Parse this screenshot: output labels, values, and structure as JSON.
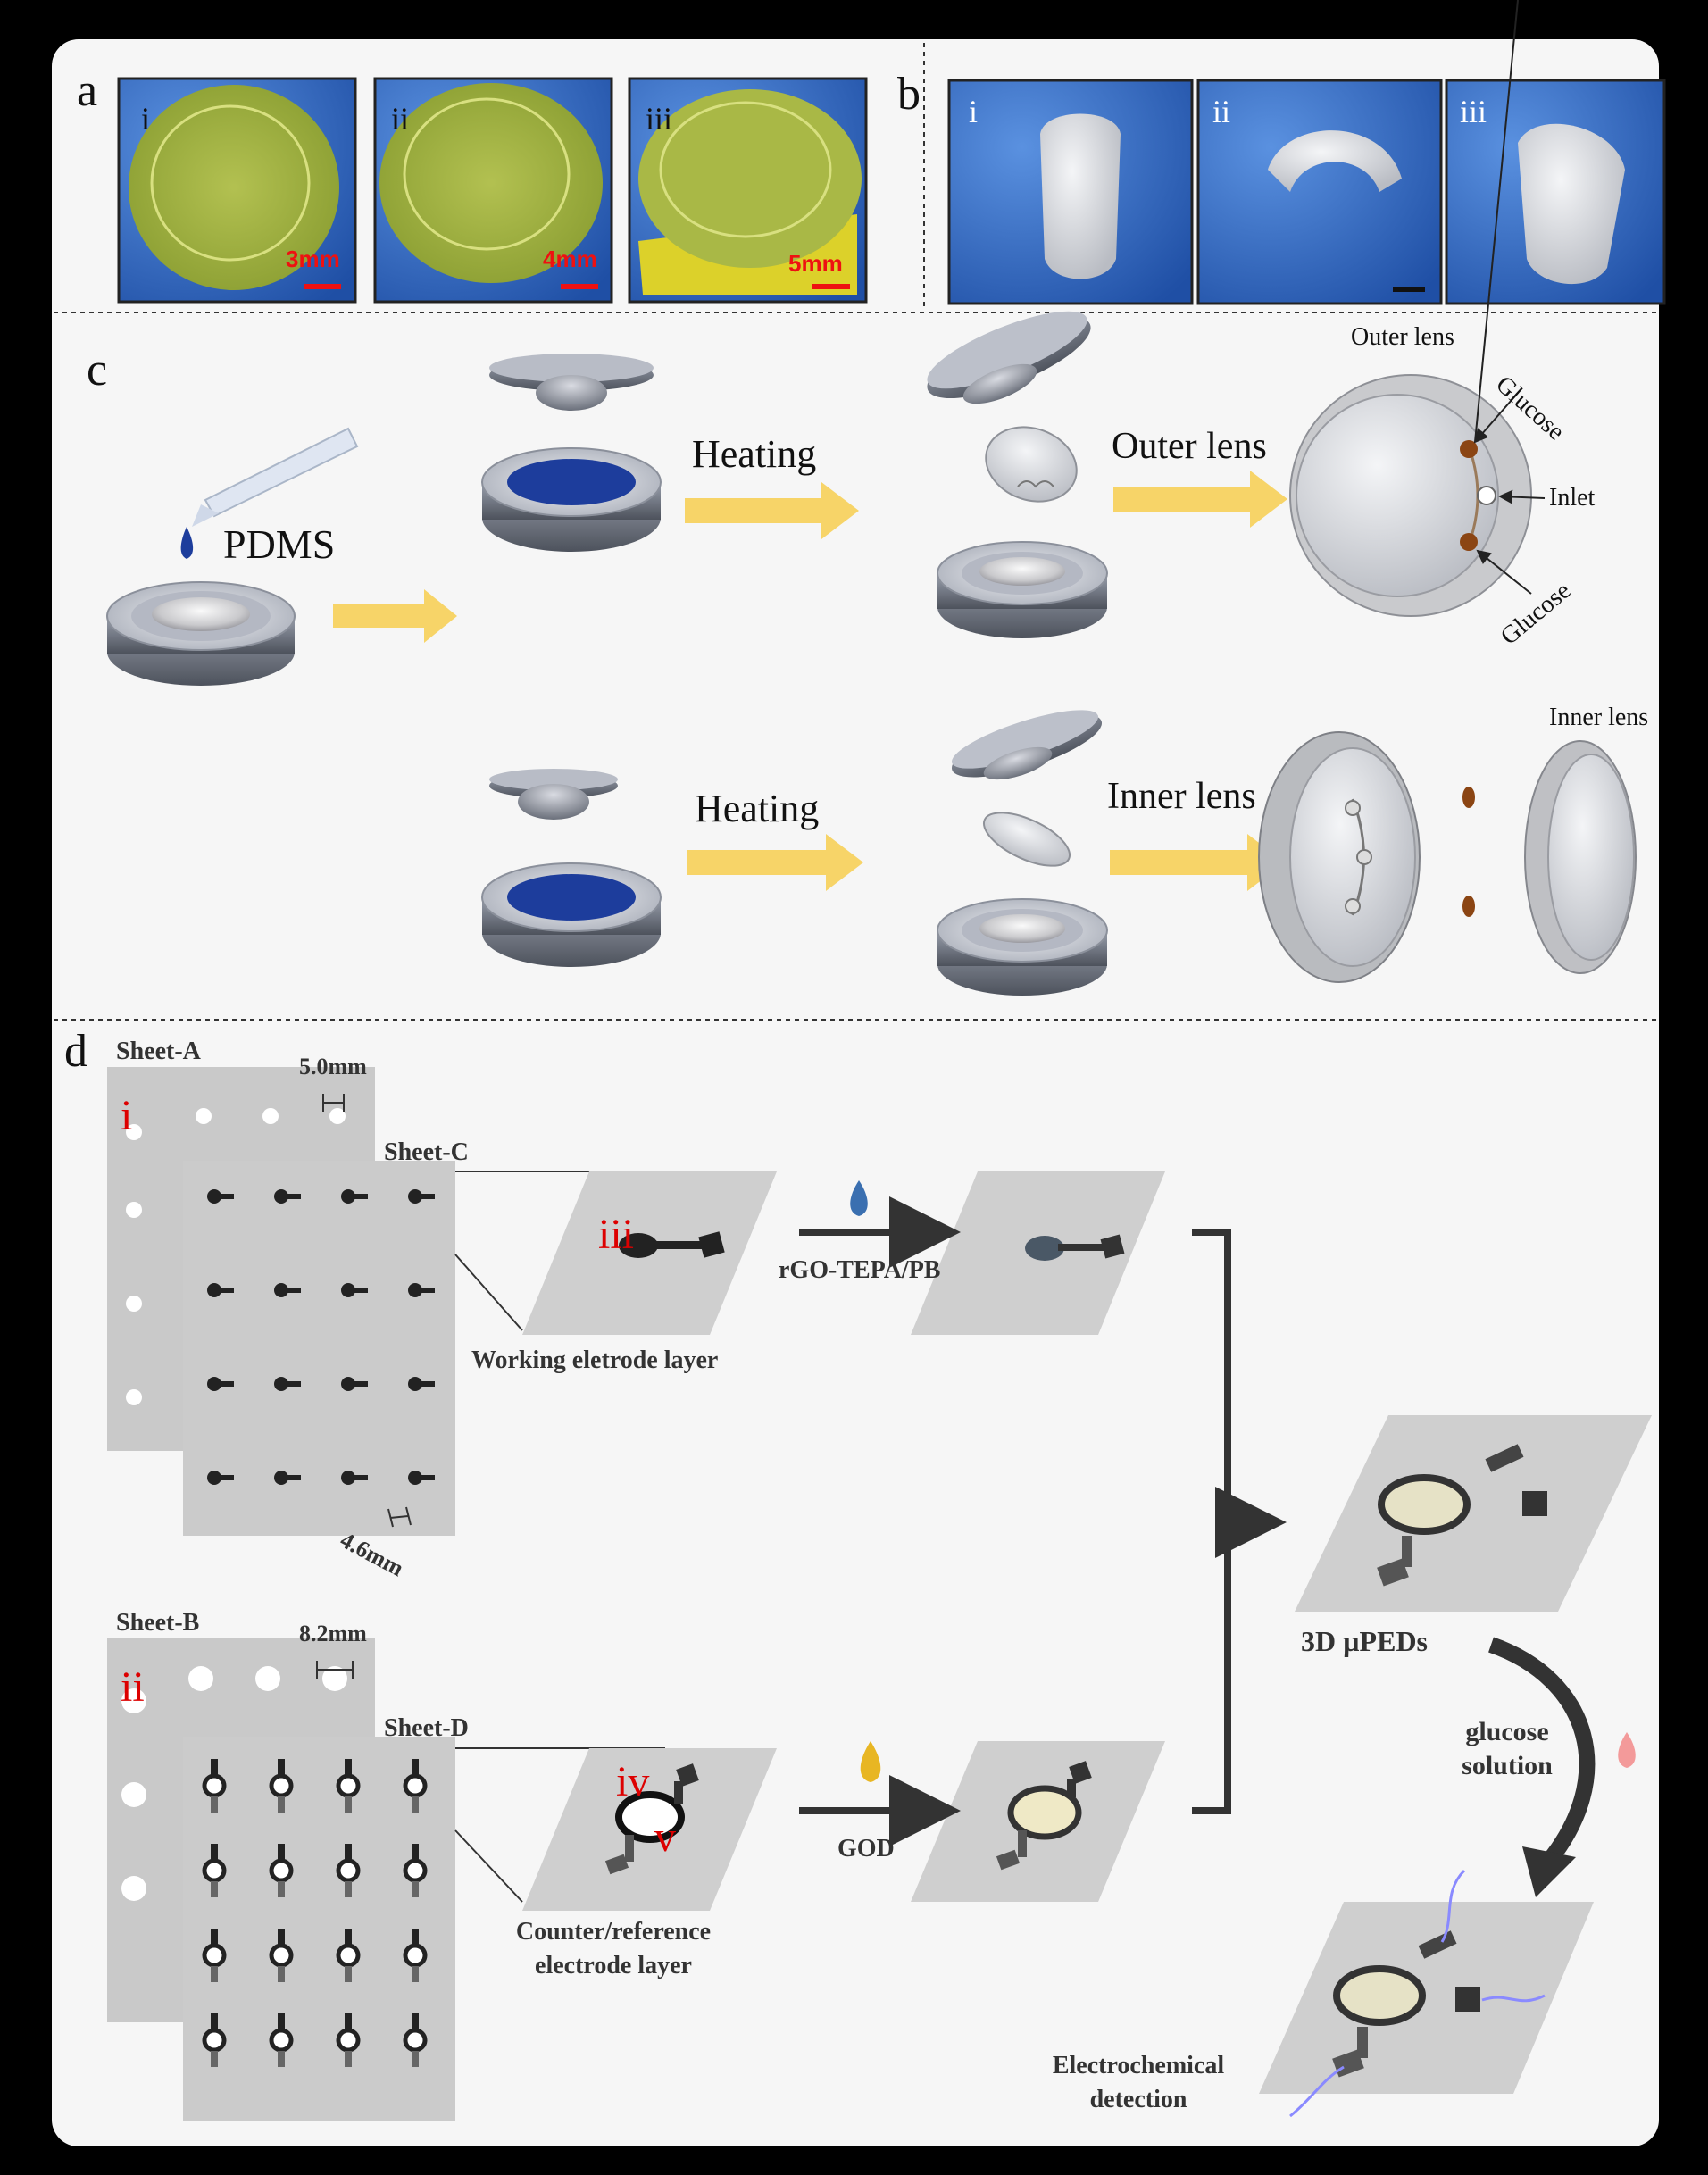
{
  "panels": {
    "a": {
      "label": "a",
      "items": [
        {
          "roman": "i",
          "scale": "3mm"
        },
        {
          "roman": "ii",
          "scale": "4mm"
        },
        {
          "roman": "iii",
          "scale": "5mm"
        }
      ]
    },
    "b": {
      "label": "b",
      "items": [
        {
          "roman": "i"
        },
        {
          "roman": "ii"
        },
        {
          "roman": "iii"
        }
      ]
    },
    "c": {
      "label": "c",
      "pdms": "PDMS",
      "heating_top": "Heating",
      "heating_bottom": "Heating",
      "outer_lens_arrow": "Outer lens",
      "inner_lens_arrow": "Inner lens",
      "outer_lens_title": "Outer lens",
      "inner_lens_title": "Inner lens",
      "glucose_top": "Glucose",
      "glucose_bottom": "Glucose",
      "inlet": "Inlet"
    },
    "d": {
      "label": "d",
      "sheet_a": "Sheet-A",
      "sheet_b": "Sheet-B",
      "sheet_c": "Sheet-C",
      "sheet_d": "Sheet-D",
      "dim_a": "5.0mm",
      "dim_b": "8.2mm",
      "dim_c": "4.6mm",
      "roman_i": "i",
      "roman_ii": "ii",
      "roman_iii": "iii",
      "roman_iv": "iv",
      "roman_v": "v",
      "working_layer": "Working eletrode layer",
      "counter_layer_1": "Counter/reference",
      "counter_layer_2": "electrode layer",
      "rgo": "rGO-TEPA/PB",
      "god": "GOD",
      "device": "3D µPEDs",
      "glucose_sol_1": "glucose",
      "glucose_sol_2": "solution",
      "ec_1": "Electrochemical",
      "ec_2": "detection"
    }
  },
  "colors": {
    "arrow_yellow": "#f7d468",
    "pdms_blue": "#1d3d9c",
    "glucose_brown": "#8b4513",
    "glove_blue": "#2f6fd0",
    "lens_yellow": "#d5d23c",
    "sheet_gray": "#c9c9c9",
    "red_text": "#dd0000"
  }
}
